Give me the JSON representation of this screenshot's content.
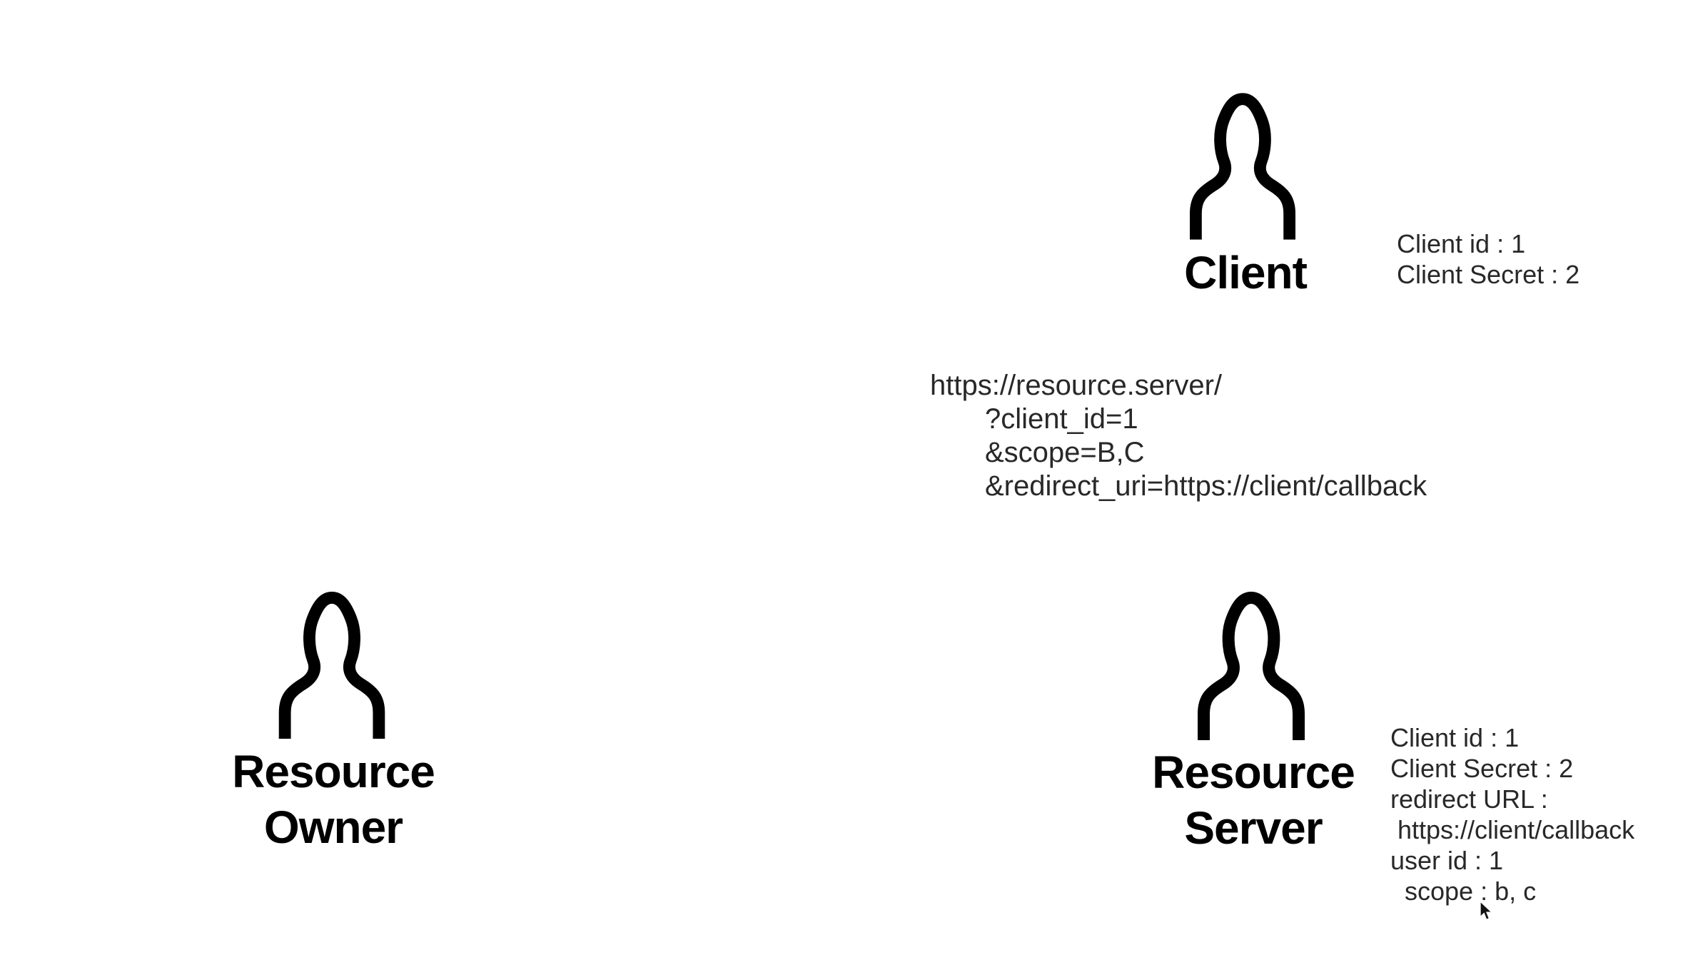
{
  "diagram": {
    "colors": {
      "background": "#ffffff",
      "label_text": "#000000",
      "body_text": "#282828"
    },
    "client": {
      "label": "Client",
      "person_icon": "person-outline-icon",
      "info_lines": [
        "Client id : 1",
        "Client Secret : 2"
      ]
    },
    "auth_request_url": {
      "lines": [
        "https://resource.server/",
        "?client_id=1",
        "&scope=B,C",
        "&redirect_uri=https://client/callback"
      ]
    },
    "resource_owner": {
      "person_icon": "person-outline-icon",
      "name_lines": [
        "Resource",
        "Owner"
      ]
    },
    "resource_server": {
      "person_icon": "person-outline-icon",
      "name_lines": [
        "Resource",
        "Server"
      ],
      "info_lines": [
        "Client id : 1",
        "Client Secret : 2",
        "redirect URL :",
        " https://client/callback",
        "user id : 1",
        "  scope : b, c"
      ]
    },
    "cursor_icon": "arrow-pointer"
  }
}
